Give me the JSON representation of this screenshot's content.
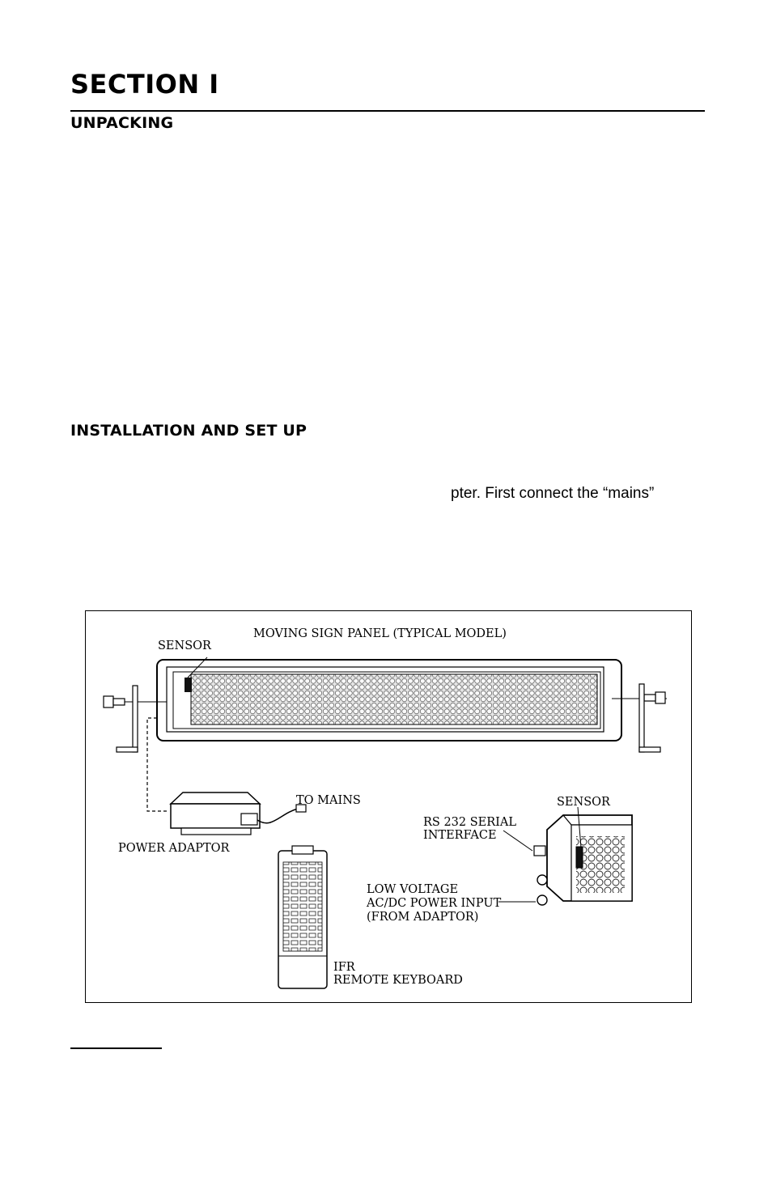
{
  "section": {
    "title": "SECTION I"
  },
  "unpacking": {
    "heading": "UNPACKING"
  },
  "installation": {
    "heading": "INSTALLATION AND SET UP",
    "visible_text": "pter. First connect the “mains”"
  },
  "figure": {
    "labels": {
      "title": "MOVING SIGN PANEL (TYPICAL MODEL)",
      "sensor_left": "SENSOR",
      "to_mains": "TO MAINS",
      "power_adaptor": "POWER ADAPTOR",
      "sensor_right": "SENSOR",
      "rs232_line1": "RS 232 SERIAL",
      "rs232_line2": "INTERFACE",
      "power_input_line1": "LOW VOLTAGE",
      "power_input_line2": "AC/DC POWER INPUT",
      "power_input_line3": "(FROM ADAPTOR)",
      "remote_line1": "IFR",
      "remote_line2": "REMOTE KEYBOARD"
    }
  }
}
